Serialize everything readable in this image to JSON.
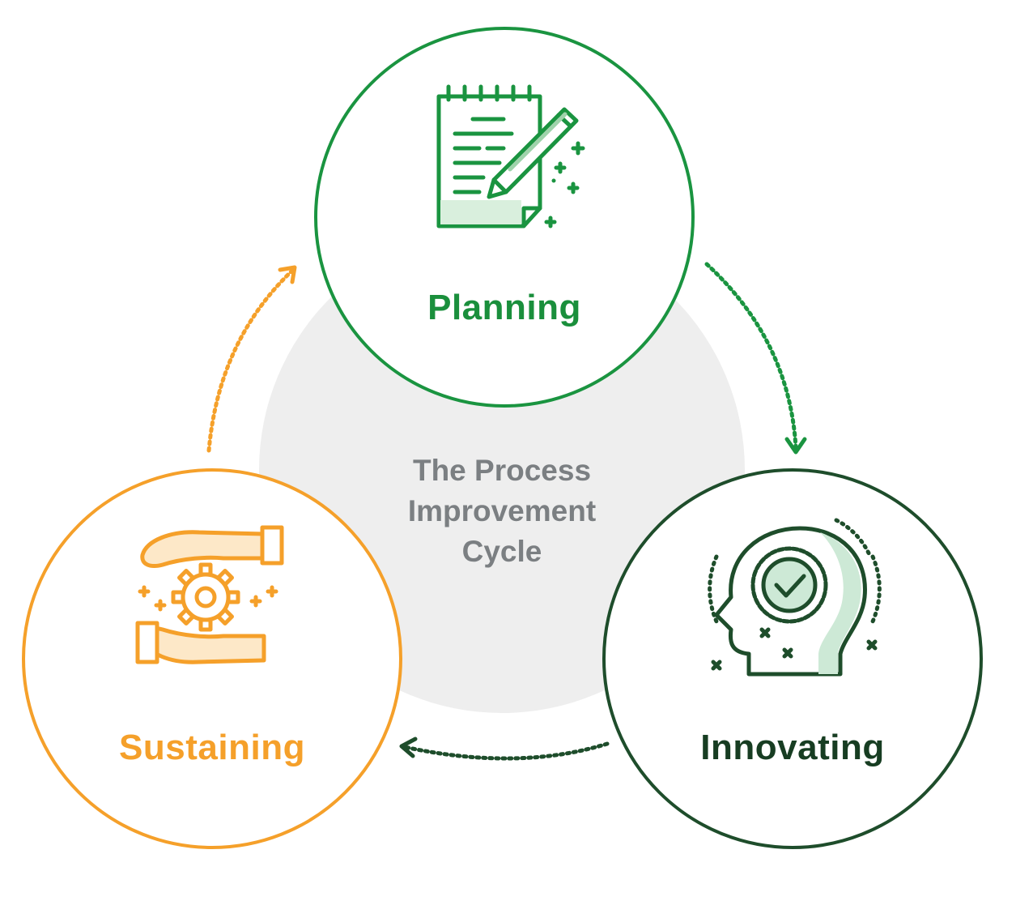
{
  "center": {
    "title_lines": [
      "The Process",
      "Improvement",
      "Cycle"
    ]
  },
  "nodes": {
    "planning": {
      "label": "Planning",
      "color": "#1a9440",
      "icon": "notepad-pencil-icon"
    },
    "innovating": {
      "label": "Innovating",
      "color": "#1e4d2b",
      "icon": "head-checkmark-badge-icon"
    },
    "sustaining": {
      "label": "Sustaining",
      "color": "#f5a02a",
      "icon": "hands-gear-icon"
    }
  },
  "colors": {
    "center_fill": "#eeeeee",
    "center_text": "#7b7f82"
  }
}
